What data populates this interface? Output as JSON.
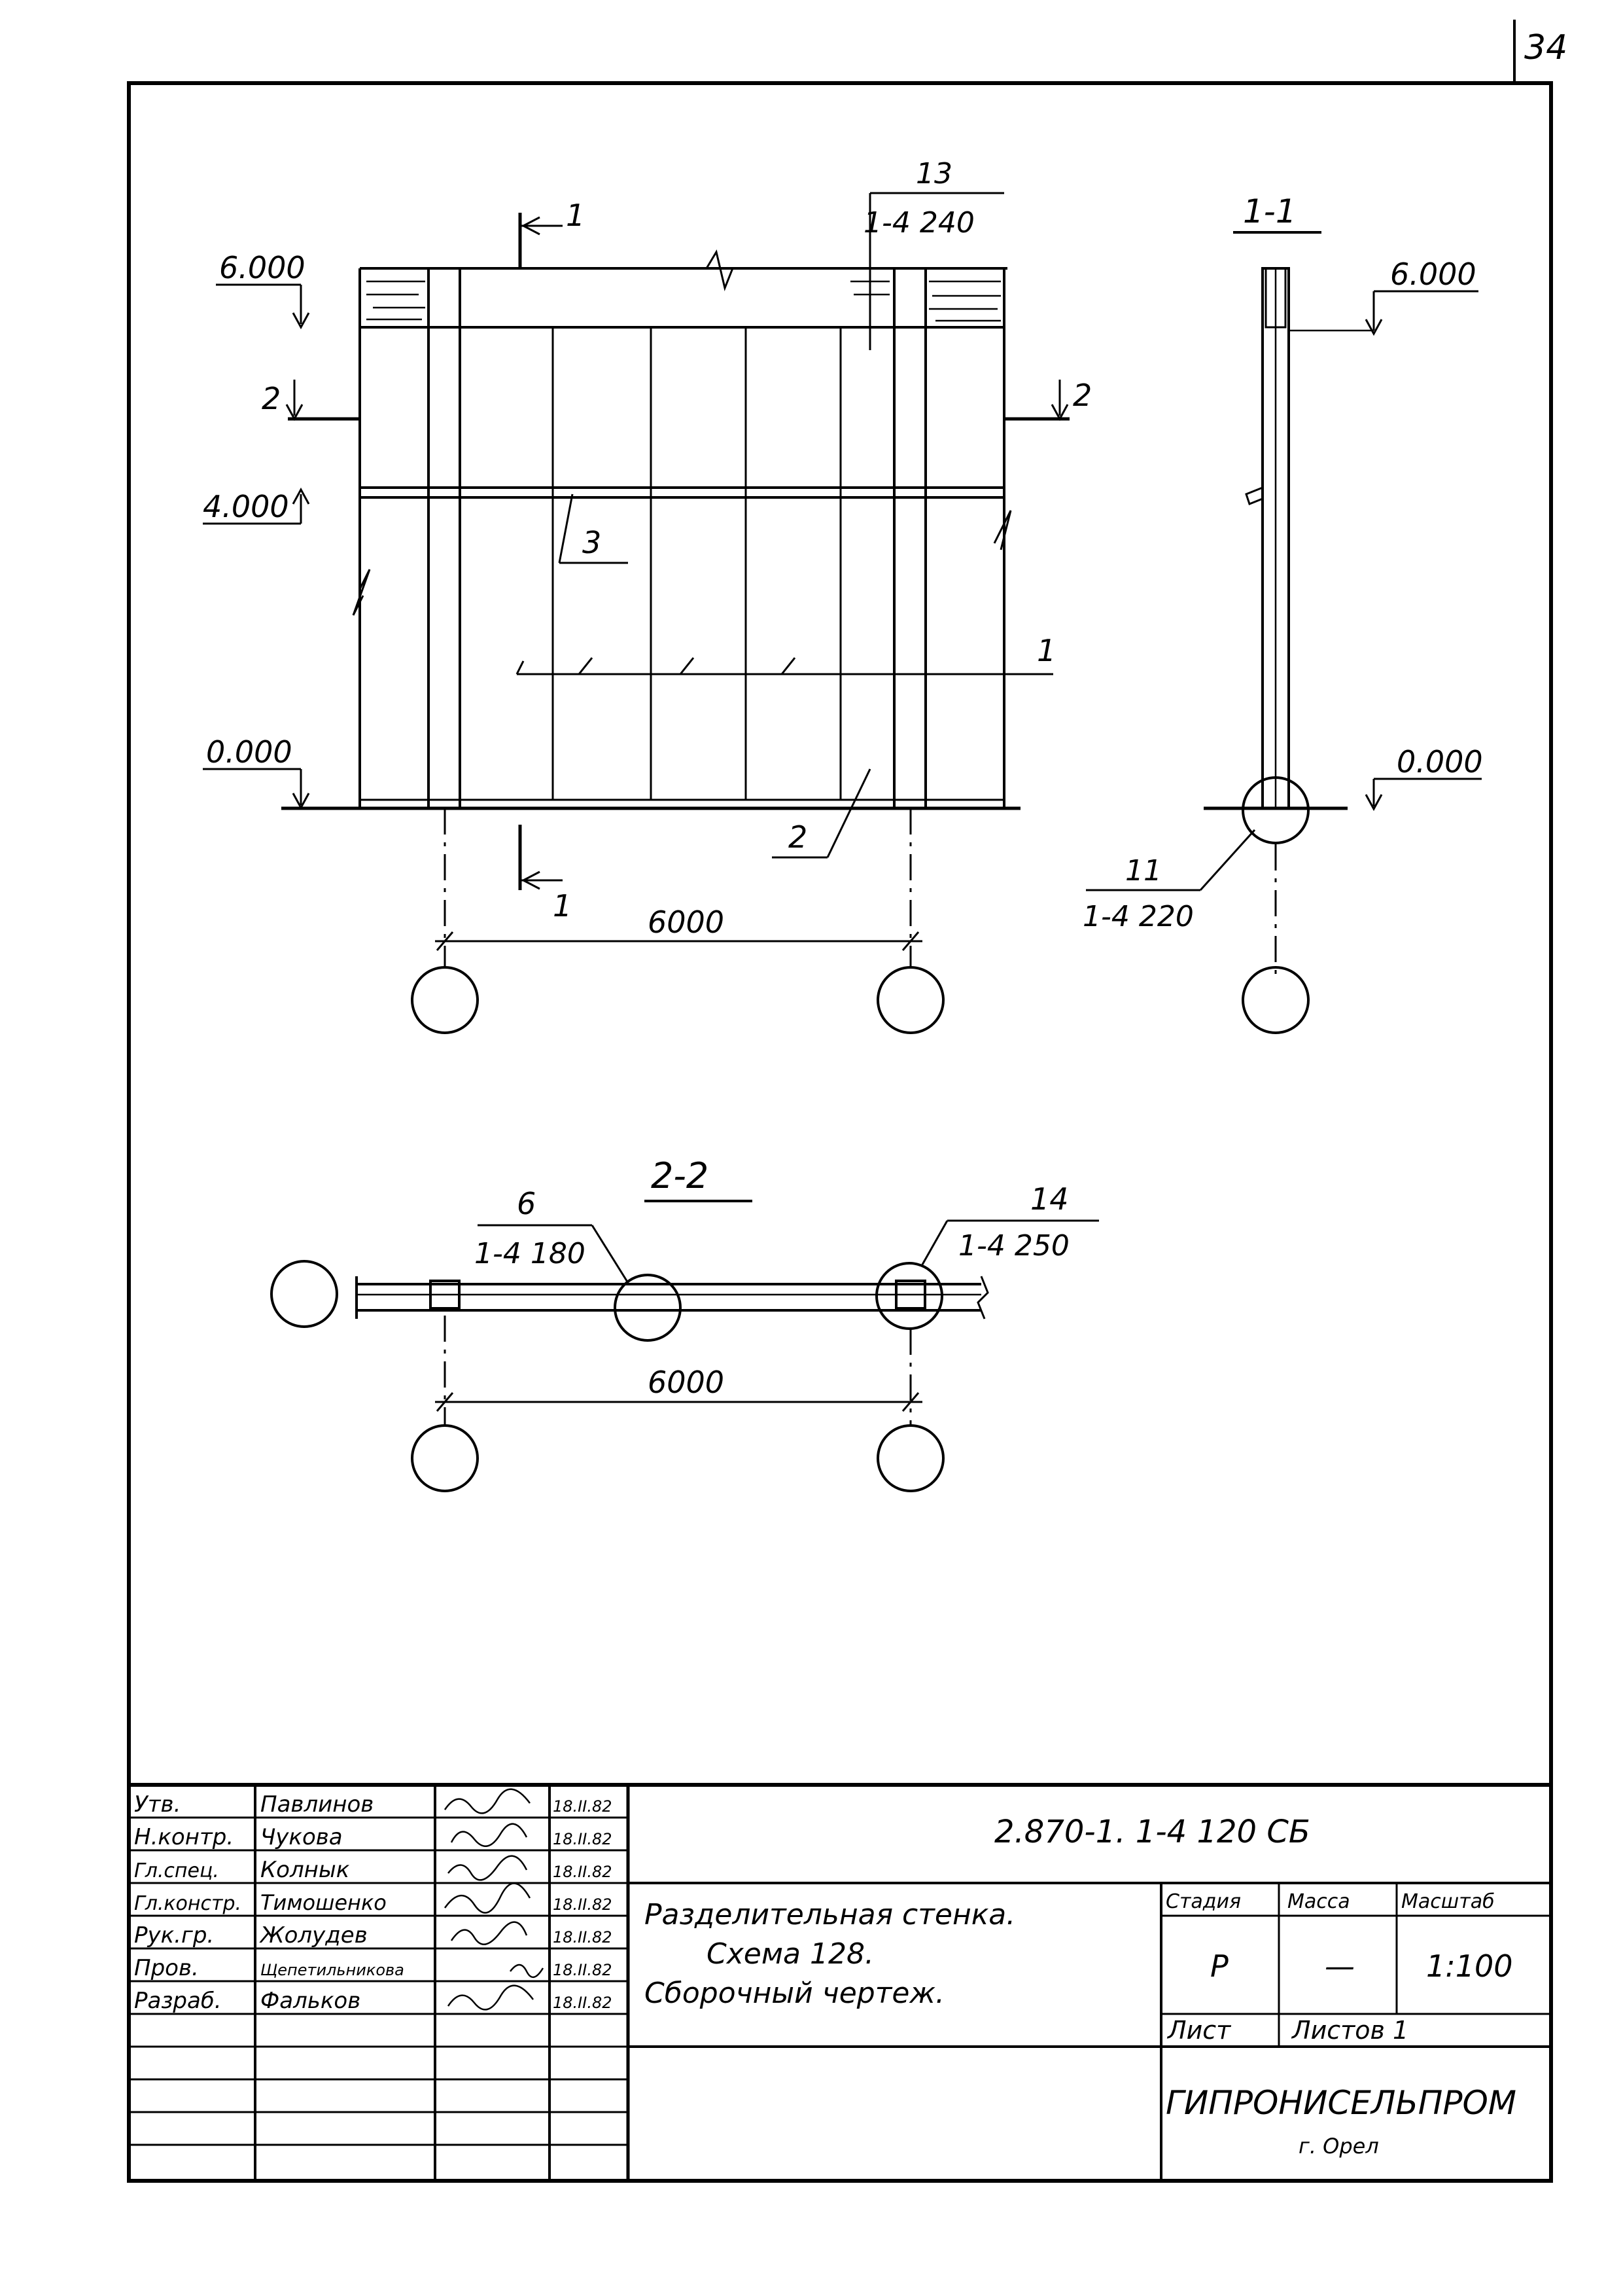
{
  "page_number": "34",
  "main_view": {
    "elev_top_left": "6.000",
    "elev_mid_left": "4.000",
    "elev_bottom_left": "0.000",
    "cut_1_top": "1",
    "cut_1_bottom": "1",
    "cut_2_left": "2",
    "cut_2_right": "2",
    "callout_13_num": "13",
    "callout_13_ref": "1-4 240",
    "callout_3": "3",
    "callout_1": "1",
    "callout_2": "2",
    "dim_axis": "6000"
  },
  "section_1_1": {
    "title": "1-1",
    "elev_top": "6.000",
    "elev_bottom": "0.000",
    "callout_11_num": "11",
    "callout_11_ref": "1-4 220"
  },
  "section_2_2": {
    "title": "2-2",
    "callout_6_num": "6",
    "callout_6_ref": "1-4 180",
    "callout_14_num": "14",
    "callout_14_ref": "1-4 250",
    "dim_axis": "6000"
  },
  "title_block": {
    "rows": [
      {
        "role": "Утв.",
        "name": "Павлинов",
        "date": "18.II.82"
      },
      {
        "role": "Н.контр.",
        "name": "Чукова",
        "date": "18.II.82"
      },
      {
        "role": "Гл.спец.",
        "name": "Колнык",
        "date": "18.II.82"
      },
      {
        "role": "Гл.констр.",
        "name": "Тимошенко",
        "date": "18.II.82"
      },
      {
        "role": "Рук.гр.",
        "name": "Жолудев",
        "date": "18.II.82"
      },
      {
        "role": "Пров.",
        "name": "Щепетильникова",
        "date": "18.II.82"
      },
      {
        "role": "Разраб.",
        "name": "Фальков",
        "date": "18.II.82"
      }
    ],
    "doc_code": "2.870-1. 1-4 120 СБ",
    "title_line1": "Разделительная стенка.",
    "title_line2": "Схема 128.",
    "title_line3": "Сборочный чертеж.",
    "header_stage": "Стадия",
    "header_mass": "Масса",
    "header_scale": "Масштаб",
    "stage": "Р",
    "mass": "—",
    "scale": "1:100",
    "sheet_label": "Лист",
    "sheets_label": "Листов 1",
    "org": "ГИПРОНИСЕЛЬПРОМ",
    "city": "г. Орел"
  }
}
